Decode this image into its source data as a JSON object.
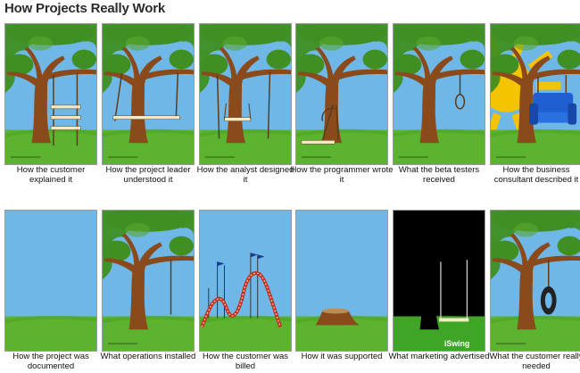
{
  "title": "How Projects Really Work",
  "watermark": "iSwing",
  "colors": {
    "sky": "#6fb7e6",
    "grass": "#5cb32f",
    "trunk": "#8a4a1c",
    "leaves": "#3f8f22",
    "sun": "#f5c400",
    "chair": "#1f5fd1",
    "dark": "#000000"
  },
  "panels": [
    {
      "variant": "ladder-seat",
      "caption": "How the customer explained it"
    },
    {
      "variant": "seat-under-trunk",
      "caption": "How the project leader understood it"
    },
    {
      "variant": "seat-hanging-low",
      "caption": "How the analyst designed it"
    },
    {
      "variant": "tied-around-trunk",
      "caption": "How the programmer wrote it"
    },
    {
      "variant": "noose",
      "caption": "What the beta testers received"
    },
    {
      "variant": "armchair-sun",
      "caption": "How the business consultant described it"
    },
    {
      "variant": "empty-field",
      "caption": "How the project was documented"
    },
    {
      "variant": "single-rope",
      "caption": "What operations installed"
    },
    {
      "variant": "rollercoaster",
      "caption": "How the customer was billed"
    },
    {
      "variant": "stump",
      "caption": "How it was supported"
    },
    {
      "variant": "dark-swing",
      "caption": "What marketing advertised"
    },
    {
      "variant": "tire-swing",
      "caption": "What the customer really needed"
    }
  ]
}
